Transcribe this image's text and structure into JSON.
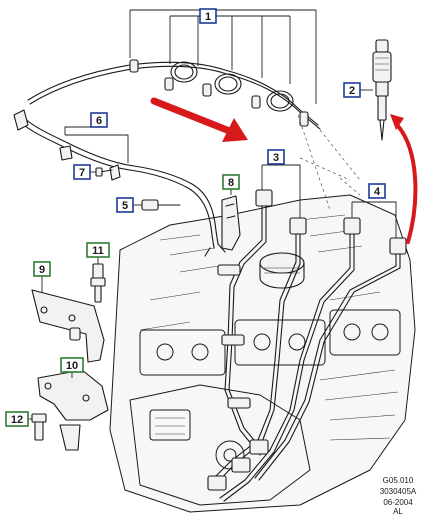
{
  "callouts": [
    {
      "number": "1",
      "color": "#1e3a9a"
    },
    {
      "number": "2",
      "color": "#1e3a9a"
    },
    {
      "number": "3",
      "color": "#1e3a9a"
    },
    {
      "number": "4",
      "color": "#1e3a9a"
    },
    {
      "number": "5",
      "color": "#1e3a9a"
    },
    {
      "number": "6",
      "color": "#1e3a9a"
    },
    {
      "number": "7",
      "color": "#1e3a9a"
    },
    {
      "number": "8",
      "color": "#2e7d32"
    },
    {
      "number": "9",
      "color": "#2e7d32"
    },
    {
      "number": "10",
      "color": "#2e7d32"
    },
    {
      "number": "11",
      "color": "#2e7d32"
    },
    {
      "number": "12",
      "color": "#2e7d32"
    }
  ],
  "highlight_fill": "#8da2dd",
  "arrow_color": "#d7191c",
  "footer": {
    "line1": "G05.010",
    "line2": "3030405A",
    "line3": "06-2004",
    "line4": "AL"
  }
}
